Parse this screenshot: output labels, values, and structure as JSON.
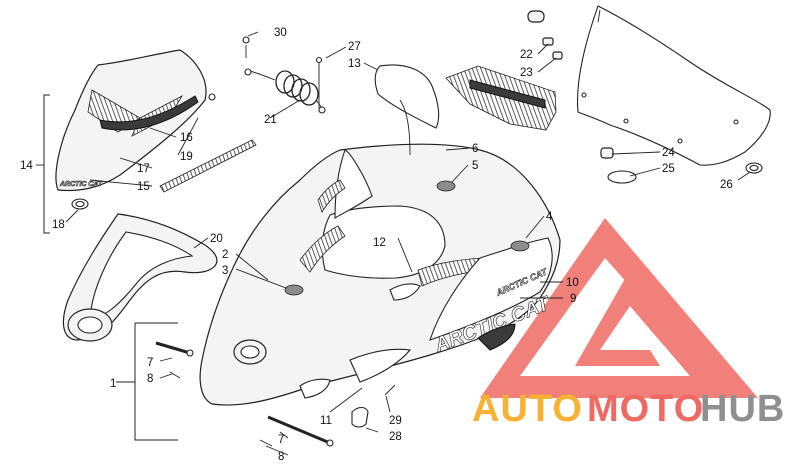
{
  "callouts": {
    "c1": "1",
    "c2": "2",
    "c3": "3",
    "c4": "4",
    "c5": "5",
    "c6": "6",
    "c7a": "7",
    "c7b": "7",
    "c8a": "8",
    "c8b": "8",
    "c9": "9",
    "c10": "10",
    "c11": "11",
    "c12": "12",
    "c13": "13",
    "c14": "14",
    "c15": "15",
    "c16": "16",
    "c17": "17",
    "c18": "18",
    "c19": "19",
    "c20": "20",
    "c21": "21",
    "c22": "22",
    "c23": "23",
    "c24": "24",
    "c25": "25",
    "c26": "26",
    "c27": "27",
    "c28": "28",
    "c29": "29",
    "c30": "30"
  },
  "decals": {
    "hood_brand": "ARCTIC CAT",
    "side_brand": "ARCTIC CAT",
    "panel_brand": "ARCTIC CAT"
  },
  "watermark": {
    "part1": "AUTO",
    "part2": "MOTO",
    "part3": "HUB",
    "color_red": "#f06a63",
    "color_orange": "#f7b233",
    "color_gray": "#8f8f8f"
  }
}
